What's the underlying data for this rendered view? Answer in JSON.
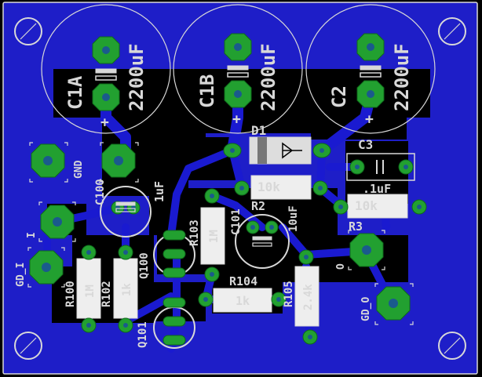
{
  "colors": {
    "board": "#000000",
    "copper_pour": "#1e1ec8",
    "trace": "#1a1ad0",
    "pad": "#22a030",
    "silkscreen": "#d8d8d8"
  },
  "labels": {
    "c1a_ref": "C1A",
    "c1a_val": "2200uF",
    "c1b_ref": "C1B",
    "c1b_val": "2200uF",
    "c2_ref": "C2",
    "c2_val": "2200uF",
    "d1_ref": "D1",
    "c3_ref": "C3",
    "c3_val": ".1uF",
    "gnd": "GND",
    "c100_ref": "C100",
    "c100_val": "1uF",
    "r2_ref": "R2",
    "r2_val": "10k",
    "r3_ref": "R3",
    "r3_val": "10k",
    "c101_ref": "C101",
    "c101_val": "10uF",
    "r103_ref": "R103",
    "r103_val": "1M",
    "q100_ref": "Q100",
    "r100_ref": "R100",
    "r100_val": "1M",
    "r102_ref": "R102",
    "r102_val": "1k",
    "r104_ref": "R104",
    "r104_val": "1k",
    "r105_ref": "R105",
    "r105_val": "2.4k",
    "q101_ref": "Q101",
    "gd_i": "GD_I",
    "gd_o": "GD_O",
    "i_mark": "I",
    "o_mark": "O",
    "plus": "+"
  }
}
